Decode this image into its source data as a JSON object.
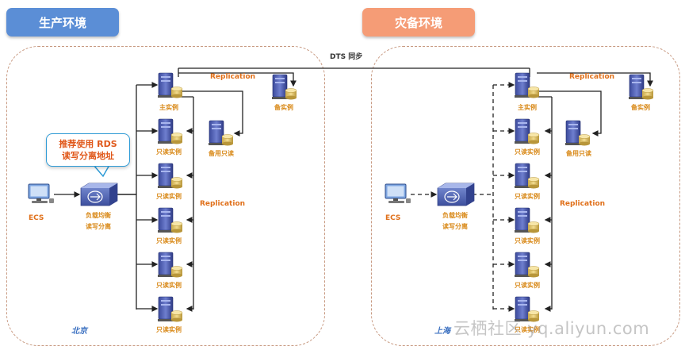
{
  "header": {
    "prod_env": "生产环境",
    "dr_env": "灾备环境"
  },
  "dts_label": "DTS 同步",
  "left": {
    "city": "北京",
    "ecs": "ECS",
    "lb_line1": "负载均衡",
    "lb_line2": "读写分离",
    "primary": "主实例",
    "standby": "备实例",
    "backup_ro": "备用只读",
    "readonly": "只读实例",
    "replication_top": "Replication",
    "replication_mid": "Replication",
    "callout_line1": "推荐使用 RDS",
    "callout_line2": "读写分离地址"
  },
  "right": {
    "city": "上海",
    "ecs": "ECS",
    "lb_line1": "负载均衡",
    "lb_line2": "读写分离",
    "primary": "主实例",
    "standby": "备实例",
    "backup_ro": "备用只读",
    "readonly": "只读实例",
    "replication_top": "Replication",
    "replication_mid": "Replication"
  },
  "watermark": "云栖社区 yq.aliyun.com",
  "colors": {
    "prod_tag": "#5b8ed6",
    "dr_tag": "#f59c76",
    "label_orange": "#e0701a",
    "city_blue": "#3a6fc0"
  }
}
